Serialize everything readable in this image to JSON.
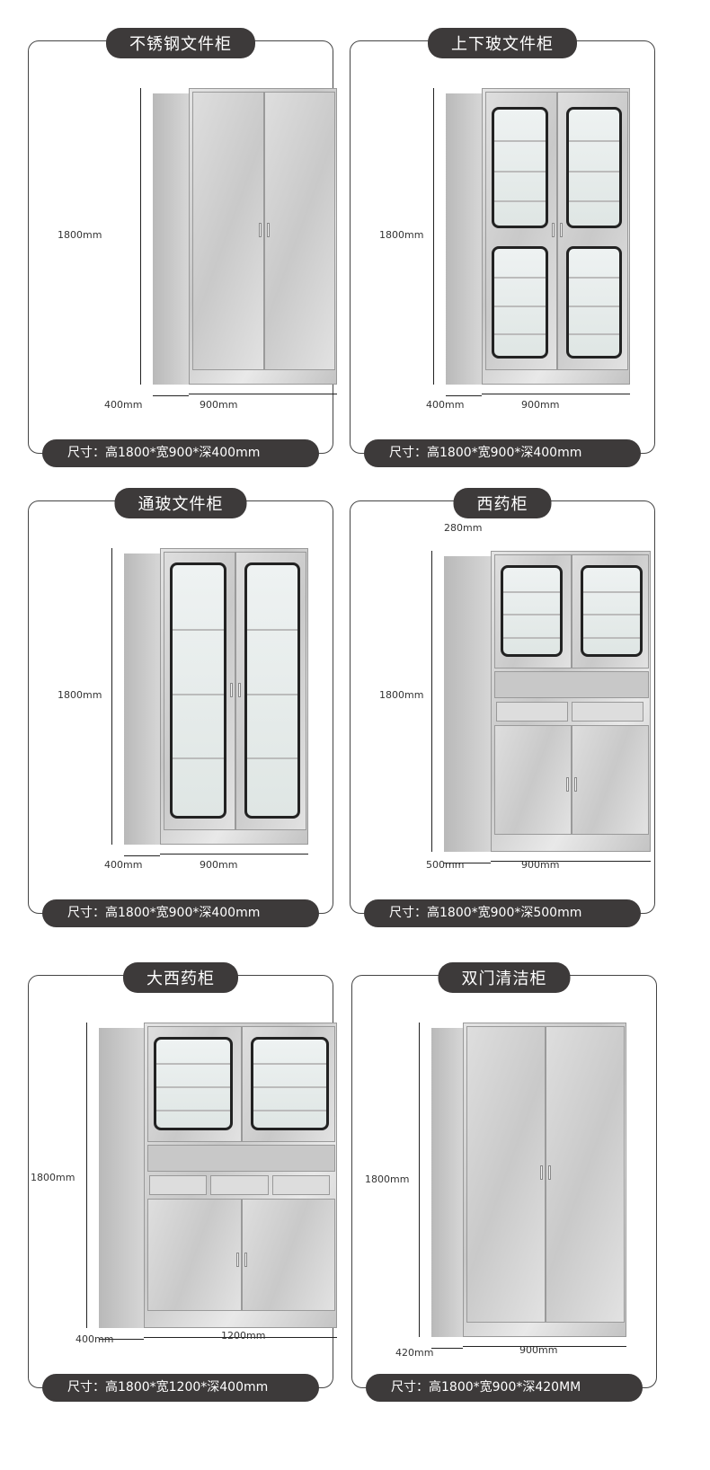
{
  "panels": [
    {
      "title": "不锈钢文件柜",
      "height": "1800mm",
      "depth": "400mm",
      "width": "900mm",
      "spec": "尺寸：高1800*宽900*深400mm",
      "type": "solid"
    },
    {
      "title": "上下玻文件柜",
      "height": "1800mm",
      "depth": "400mm",
      "width": "900mm",
      "spec": "尺寸：高1800*宽900*深400mm",
      "type": "glass-four"
    },
    {
      "title": "通玻文件柜",
      "height": "1800mm",
      "depth": "400mm",
      "width": "900mm",
      "spec": "尺寸：高1800*宽900*深400mm",
      "type": "glass-full"
    },
    {
      "title": "西药柜",
      "top": "280mm",
      "height": "1800mm",
      "depth": "500mm",
      "width": "900mm",
      "spec": "尺寸：高1800*宽900*深500mm",
      "type": "medicine"
    },
    {
      "title": "大西药柜",
      "height": "1800mm",
      "depth": "400mm",
      "width": "1200mm",
      "spec": "尺寸：高1800*宽1200*深400mm",
      "type": "medicine-large"
    },
    {
      "title": "双门清洁柜",
      "height": "1800mm",
      "depth": "420mm",
      "width": "900mm",
      "spec": "尺寸：高1800*宽900*深420MM",
      "type": "cleaning"
    }
  ]
}
